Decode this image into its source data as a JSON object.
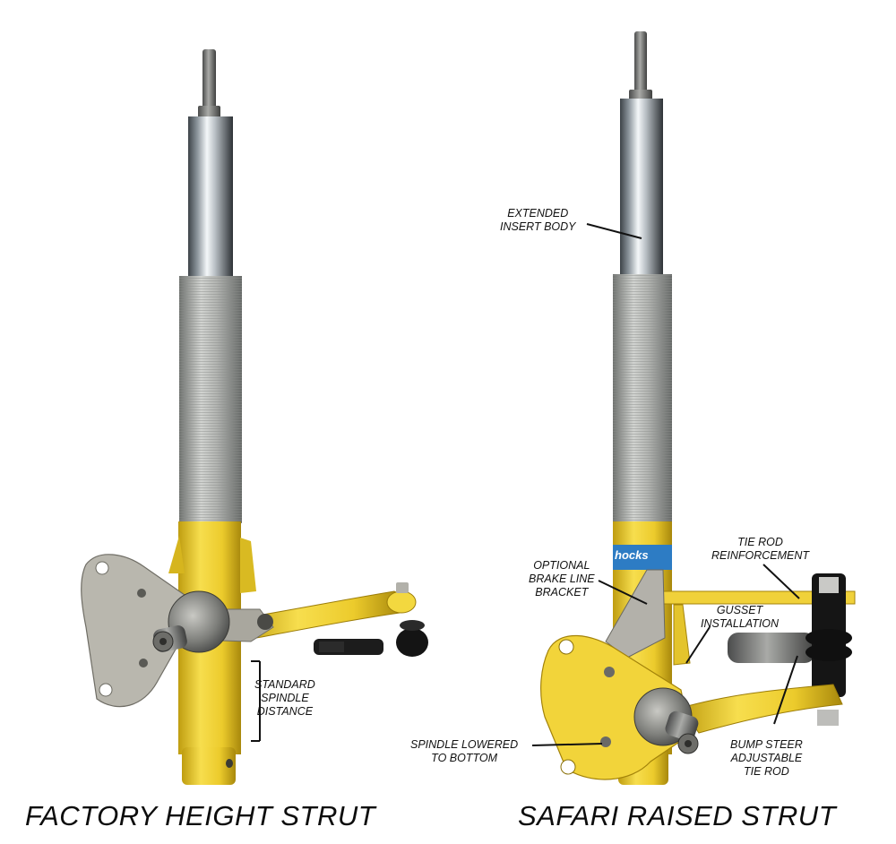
{
  "captions": {
    "left": "FACTORY HEIGHT STRUT",
    "right": "SAFARI RAISED STRUT"
  },
  "labels": {
    "standard_spindle": [
      "STANDARD",
      "SPINDLE",
      "DISTANCE"
    ],
    "extended_insert": [
      "EXTENDED",
      "INSERT BODY"
    ],
    "tie_rod_reinforcement": [
      "TIE ROD",
      "REINFORCEMENT"
    ],
    "optional_brake_line": [
      "OPTIONAL",
      "BRAKE LINE",
      "BRACKET"
    ],
    "gusset_installation": [
      "GUSSET",
      "INSTALLATION"
    ],
    "spindle_lowered": [
      "SPINDLE LOWERED",
      "TO BOTTOM"
    ],
    "bump_steer": [
      "BUMP STEER",
      "ADJUSTABLE",
      "TIE ROD"
    ]
  },
  "decal_text": "hocks",
  "colors": {
    "strut_yellow": "#f2d43a",
    "threaded_body": "#b4b6b4",
    "chrome": "#c9ced2",
    "decal_blue": "#2d7cc4",
    "bracket_gray": "#b9b7ae"
  }
}
